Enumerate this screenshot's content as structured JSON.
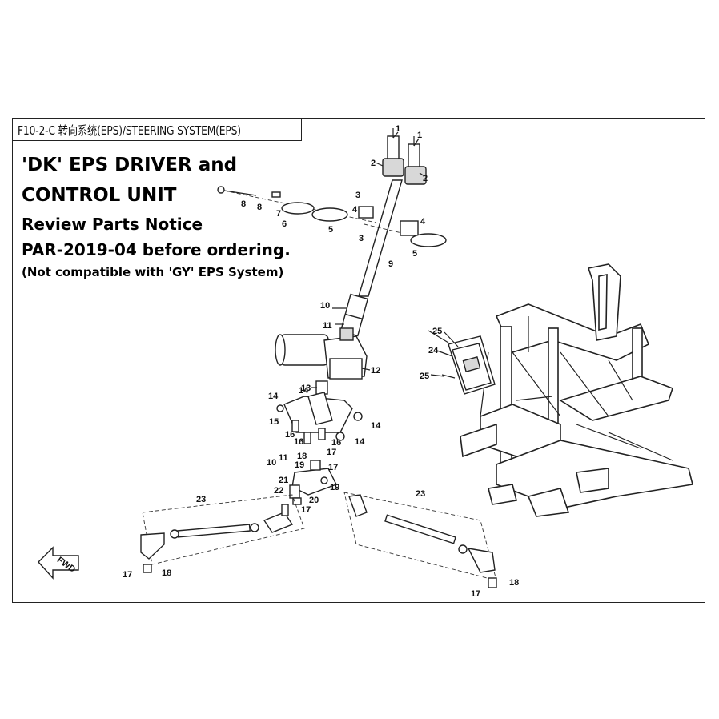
{
  "header": {
    "title": "F10-2-C 转向系统(EPS)/STEERING SYSTEM(EPS)"
  },
  "notice": {
    "line1": "'DK' EPS DRIVER and",
    "line2": "CONTROL UNIT",
    "line3": "Review Parts Notice",
    "line4": "PAR-2019-04 before ordering.",
    "line5": "(Not compatible with 'GY' EPS System)"
  },
  "fwd_label": "FWD",
  "callouts": {
    "c1a": "1",
    "c1b": "1",
    "c2a": "2",
    "c2b": "2",
    "c3a": "3",
    "c3b": "3",
    "c4a": "4",
    "c4b": "4",
    "c5a": "5",
    "c5b": "5",
    "c6": "6",
    "c7": "7",
    "c8a": "8",
    "c8b": "8",
    "c9": "9",
    "c10a": "10",
    "c10b": "10",
    "c11a": "11",
    "c11b": "11",
    "c12": "12",
    "c13": "13",
    "c14a": "14",
    "c14b": "14",
    "c14c": "14",
    "c14d": "14",
    "c15": "15",
    "c16a": "16",
    "c16b": "16",
    "c16c": "16",
    "c17a": "17",
    "c17b": "17",
    "c17c": "17",
    "c17d": "17",
    "c17e": "17",
    "c18a": "18",
    "c18b": "18",
    "c18c": "18",
    "c19a": "19",
    "c19b": "19",
    "c20": "20",
    "c21": "21",
    "c22": "22",
    "c23a": "23",
    "c23b": "23",
    "c24": "24",
    "c25a": "25",
    "c25b": "25"
  },
  "colors": {
    "line": "#222222",
    "background": "#ffffff"
  }
}
